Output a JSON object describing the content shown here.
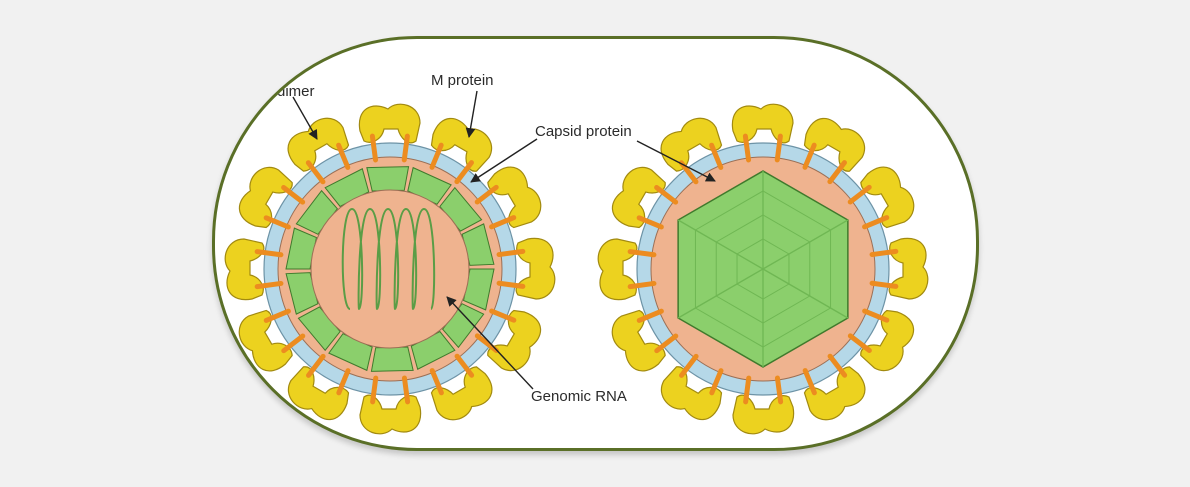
{
  "labels": {
    "dimer": "dimer",
    "m_protein": "M protein",
    "capsid_protein": "Capsid protein",
    "genomic_rna": "Genomic RNA"
  },
  "colors": {
    "frame_border": "#5a6f27",
    "envelope_protein": "#ecd21f",
    "membrane": "#b5d8e8",
    "m_protein": "#ec8c20",
    "matrix": "#efb38f",
    "capsid": "#8bcf6c",
    "capsid_dark": "#6fb753",
    "rna": "#5a9d46"
  },
  "icons": [
    "dimer-protein-icon",
    "m-protein-icon",
    "capsid-icon",
    "rna-coil-icon"
  ]
}
